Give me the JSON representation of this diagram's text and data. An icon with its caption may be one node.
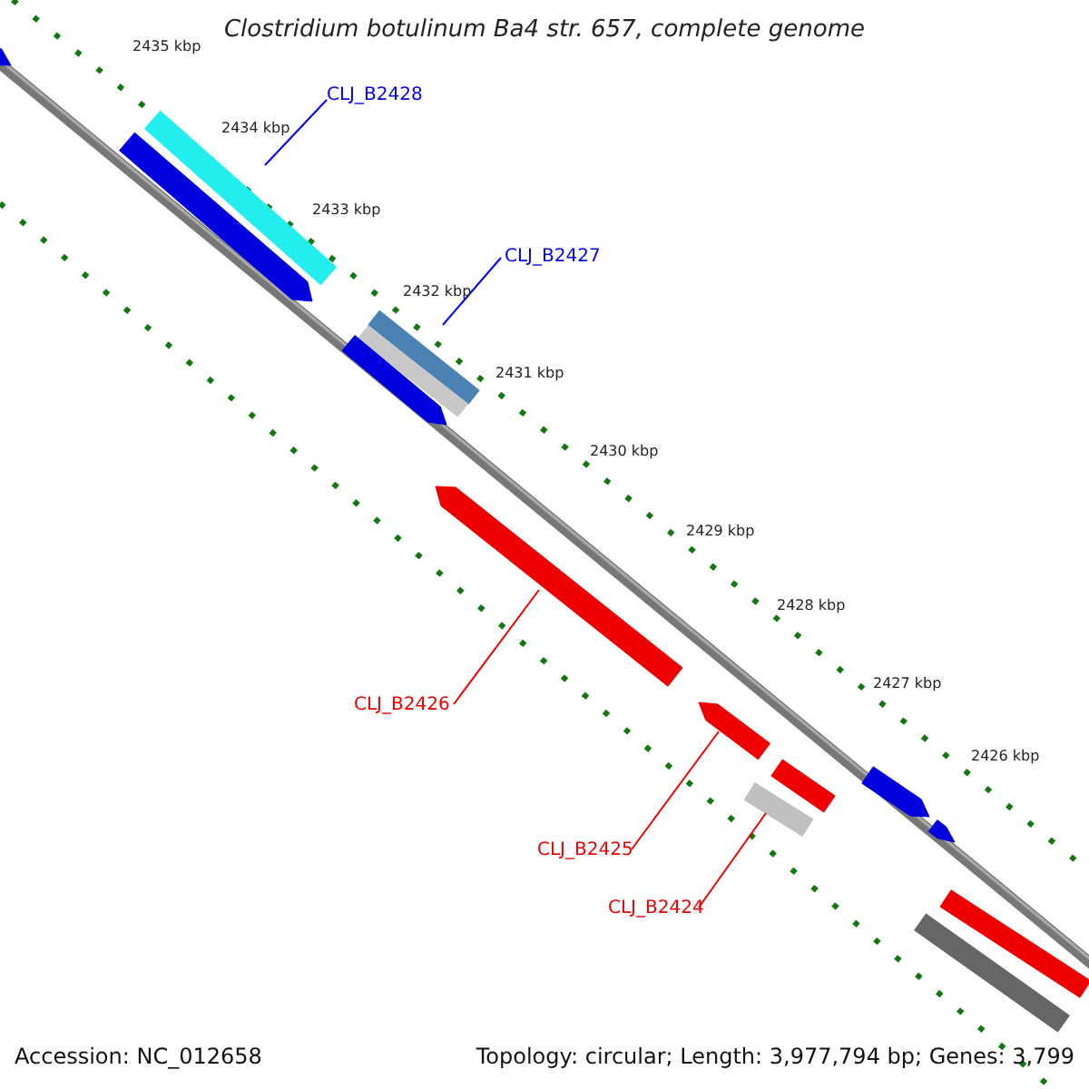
{
  "diagram": {
    "title": "Clostridium botulinum Ba4 str. 657, complete genome",
    "nodes": [
      {
        "text": [
          "CLJ_B2428"
        ]
      },
      {
        "text": [],
        "shape": "bar"
      },
      {
        "text": [
          "CLJ_B2427"
        ]
      },
      {
        "text": [],
        "shape": "bar"
      },
      {
        "text": [
          "CLJ_B2426"
        ]
      },
      {
        "text": [],
        "shape": "arrow"
      },
      {
        "text": [
          "CLJ_B2425"
        ]
      },
      {
        "text": [],
        "shape": "arrow"
      },
      {
        "text": [
          "CLJ_B2424"
        ]
      },
      {
        "text": [],
        "shape": "bar"
      },
      {
        "text": [],
        "shape": "arrow"
      },
      {
        "text": [],
        "shape": "arrow"
      },
      {
        "text": [],
        "shape": "bar"
      },
      {
        "text": [],
        "shape": "arrow"
      },
      {
        "text": [],
        "shape": "bar"
      },
      {
        "text": [],
        "shape": "arrow"
      },
      {
        "text": [],
        "shape": "arrow"
      },
      {
        "text": [],
        "shape": "bar"
      },
      {
        "text": [],
        "shape": "bar"
      }
    ],
    "edges": [
      {
        "from": 0,
        "to": 1,
        "arrow": "none",
        "color": "#0000ee"
      },
      {
        "from": 2,
        "to": 3,
        "arrow": "none",
        "color": "#0000ee"
      },
      {
        "from": 4,
        "to": 5,
        "arrow": "none"
      },
      {
        "from": 6,
        "to": 7,
        "arrow": "none"
      },
      {
        "from": 8,
        "to": 9,
        "arrow": "none"
      }
    ],
    "labels": [
      "2435 kbp",
      "2434 kbp",
      "2433 kbp",
      "2432 kbp",
      "2431 kbp",
      "2430 kbp",
      "2429 kbp",
      "2428 kbp",
      "2427 kbp",
      "2426 kbp",
      "Accession: NC_012658",
      "Topology: circular; Length: 3,977,794 bp; Genes: 3,799"
    ]
  }
}
